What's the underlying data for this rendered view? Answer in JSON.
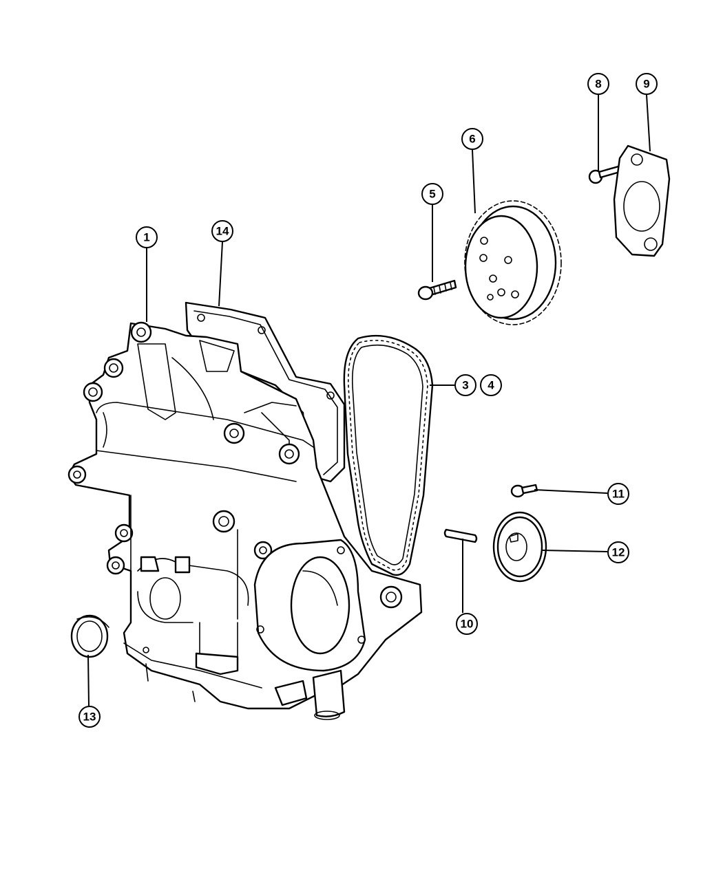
{
  "colors": {
    "line": "#000000",
    "background": "#ffffff"
  },
  "callouts": [
    {
      "id": "callout-1",
      "label": "1"
    },
    {
      "id": "callout-14",
      "label": "14"
    },
    {
      "id": "callout-5",
      "label": "5"
    },
    {
      "id": "callout-6",
      "label": "6"
    },
    {
      "id": "callout-8",
      "label": "8"
    },
    {
      "id": "callout-9",
      "label": "9"
    },
    {
      "id": "callout-3",
      "label": "3"
    },
    {
      "id": "callout-4",
      "label": "4"
    },
    {
      "id": "callout-11",
      "label": "11"
    },
    {
      "id": "callout-12",
      "label": "12"
    },
    {
      "id": "callout-10",
      "label": "10"
    },
    {
      "id": "callout-13",
      "label": "13"
    }
  ]
}
